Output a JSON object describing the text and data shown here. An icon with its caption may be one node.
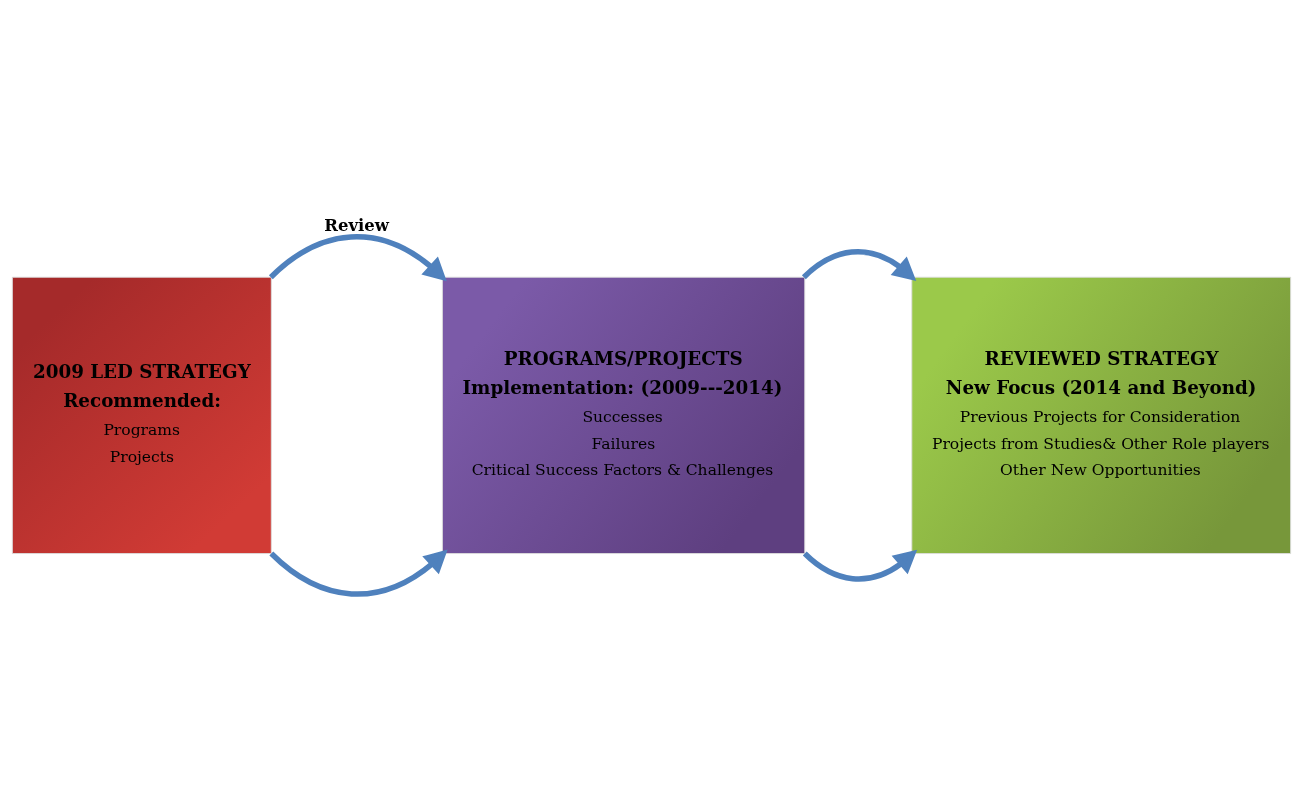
{
  "diagram": {
    "nodes": [
      {
        "text": [
          "2009 LED STRATEGY",
          "Recommended:",
          "Programs",
          "Projects"
        ]
      },
      {
        "text": [
          "PROGRAMS/PROJECTS",
          "Implementation: (2009---2014)",
          "Successes",
          "Failures",
          "Critical Success Factors & Challenges"
        ]
      },
      {
        "text": [
          "REVIEWED STRATEGY",
          "New Focus (2014 and Beyond)",
          "Previous Projects for Consideration",
          "Projects from Studies& Other Role players",
          "Other New Opportunities"
        ]
      }
    ],
    "edges": [
      {
        "from": 0,
        "to": 1,
        "arrow": "to",
        "label": "Review"
      },
      {
        "from": 0,
        "to": 1,
        "arrow": "to"
      },
      {
        "from": 1,
        "to": 2,
        "arrow": "to"
      },
      {
        "from": 1,
        "to": 2,
        "arrow": "to"
      }
    ]
  }
}
